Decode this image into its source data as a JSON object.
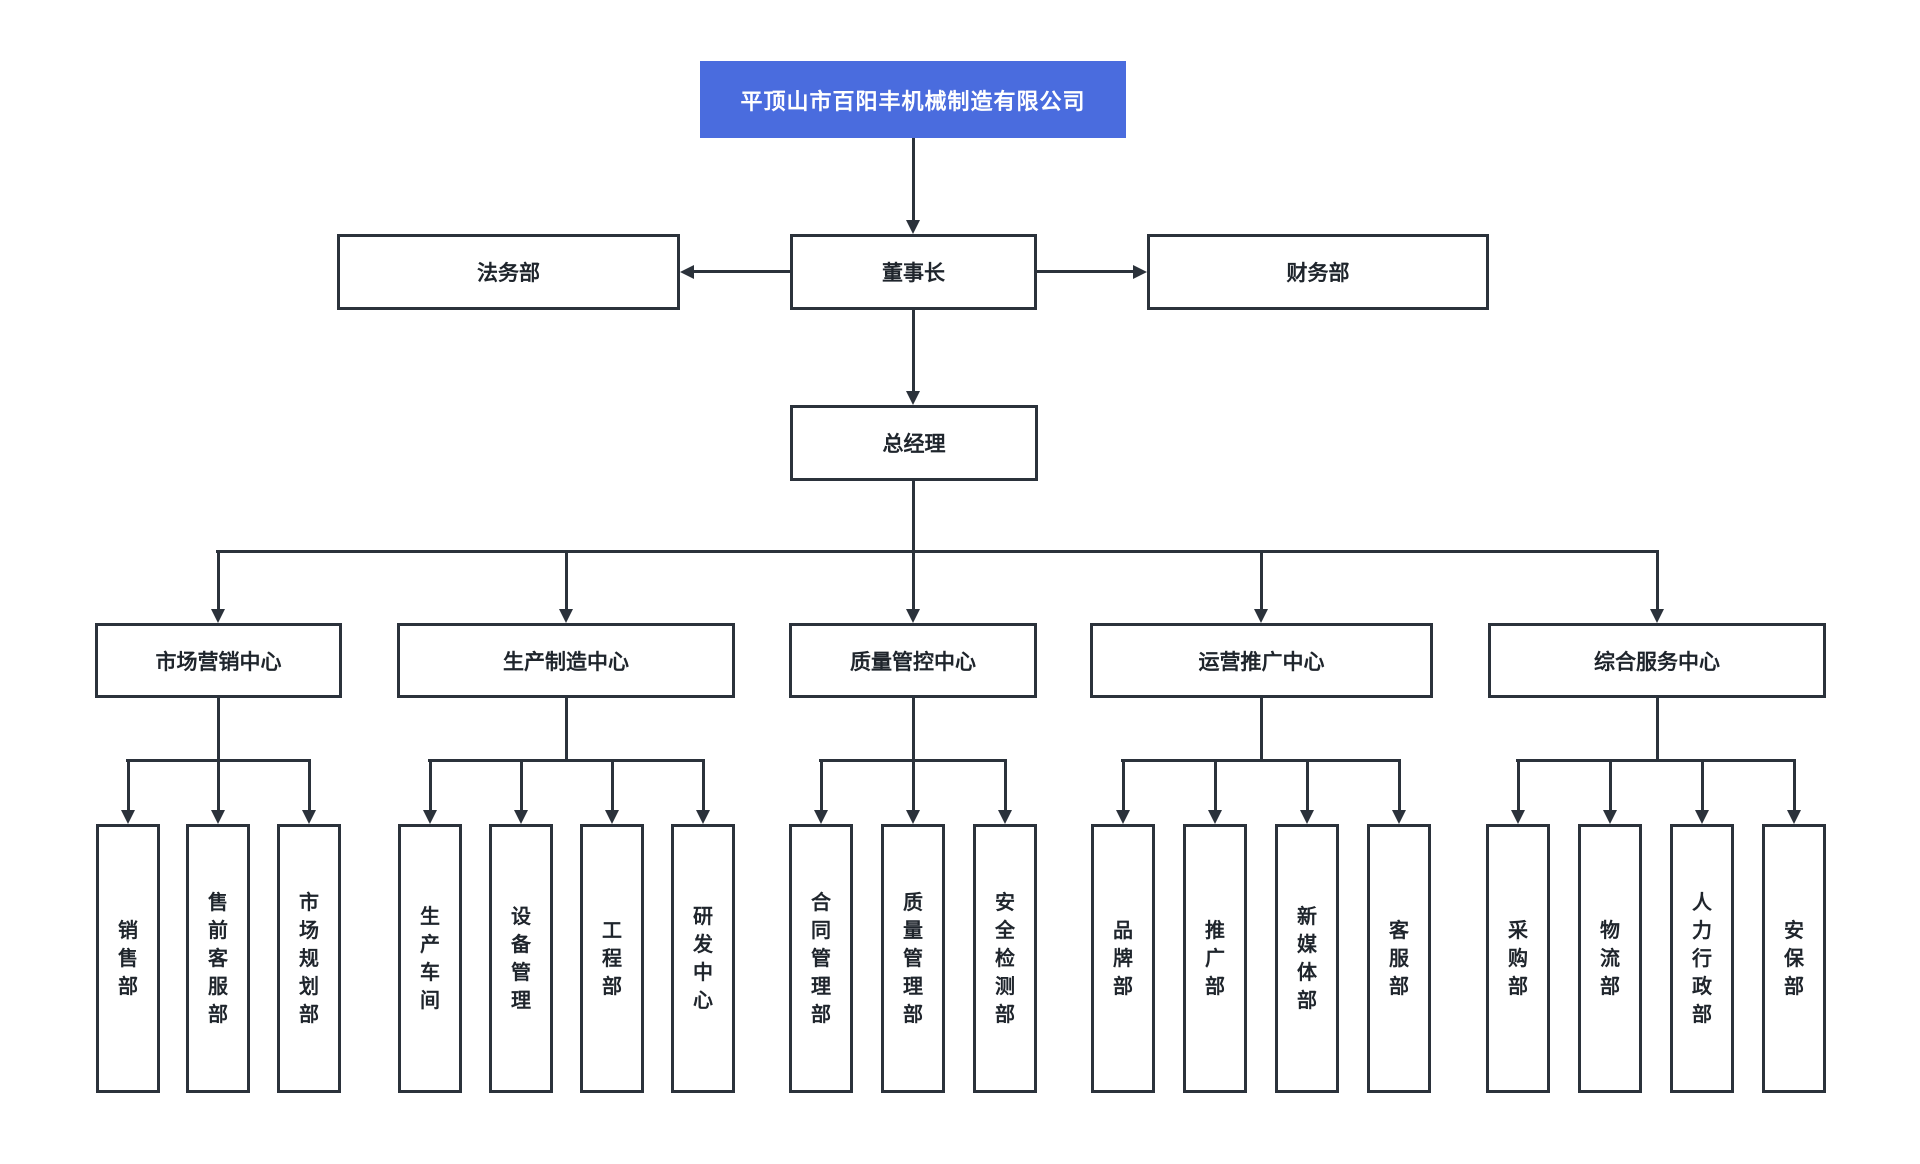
{
  "company": {
    "name": "平顶山市百阳丰机械制造有限公司"
  },
  "executives": {
    "chairman": "董事长",
    "legal": "法务部",
    "finance": "财务部",
    "general_manager": "总经理"
  },
  "centers": [
    {
      "label": "市场营销中心",
      "departments": [
        "销售部",
        "售前客服部",
        "市场规划部"
      ]
    },
    {
      "label": "生产制造中心",
      "departments": [
        "生产车间",
        "设备管理",
        "工程部",
        "研发中心"
      ]
    },
    {
      "label": "质量管控中心",
      "departments": [
        "合同管理部",
        "质量管理部",
        "安全检测部"
      ]
    },
    {
      "label": "运营推广中心",
      "departments": [
        "品牌部",
        "推广部",
        "新媒体部",
        "客服部"
      ]
    },
    {
      "label": "综合服务中心",
      "departments": [
        "采购部",
        "物流部",
        "人力行政部",
        "安保部"
      ]
    }
  ],
  "colors": {
    "root_bg": "#4a6cde",
    "root_text": "#ffffff",
    "line": "#2b323b",
    "text": "#1f252c",
    "background": "#ffffff"
  }
}
